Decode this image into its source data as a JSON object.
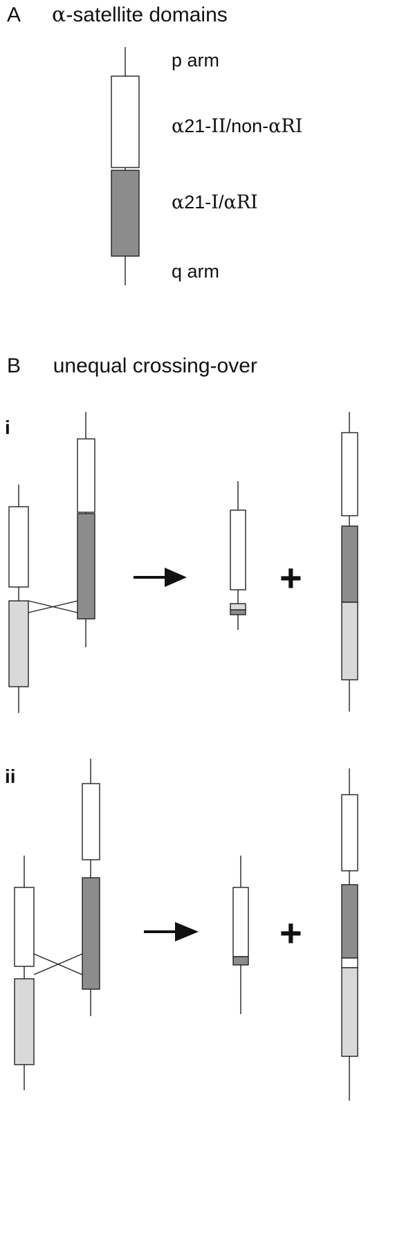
{
  "panel_a": {
    "letter": "A",
    "title_alpha": "α",
    "title_rest": "-satellite domains",
    "labels": {
      "p_arm": "p arm",
      "a21ii_alpha": "α",
      "a21ii_num": "21-",
      "a21ii_roman": "II",
      "a21ii_mid": "/non-",
      "a21ii_alpha2": "α",
      "a21ii_end": "RI",
      "a21i_alpha": "α",
      "a21i_num": "21-",
      "a21i_roman": "I",
      "a21i_slash": "/",
      "a21i_alpha2": "α",
      "a21i_end": "RI",
      "q_arm": "q arm"
    }
  },
  "panel_b": {
    "letter": "B",
    "title": "unequal crossing-over",
    "sub_i": "i",
    "sub_ii": "ii",
    "plus": "+"
  },
  "colors": {
    "white_domain": "#ffffff",
    "dark_domain": "#8c8c8c",
    "light_domain": "#d9d9d9",
    "line": "#222222"
  }
}
